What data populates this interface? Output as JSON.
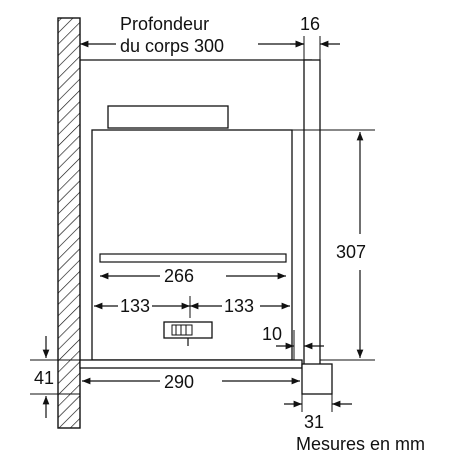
{
  "labels": {
    "depth_line1": "Profondeur",
    "depth_line2": "du corps 300",
    "top_offset": "16",
    "height": "307",
    "inner_width": "266",
    "half_left": "133",
    "half_right": "133",
    "front_gap": "10",
    "body_depth": "290",
    "front_height": "41",
    "front_depth": "31",
    "units": "Mesures en mm"
  },
  "colors": {
    "line": "#111111",
    "fill": "#ffffff",
    "hatch": "#111111"
  }
}
